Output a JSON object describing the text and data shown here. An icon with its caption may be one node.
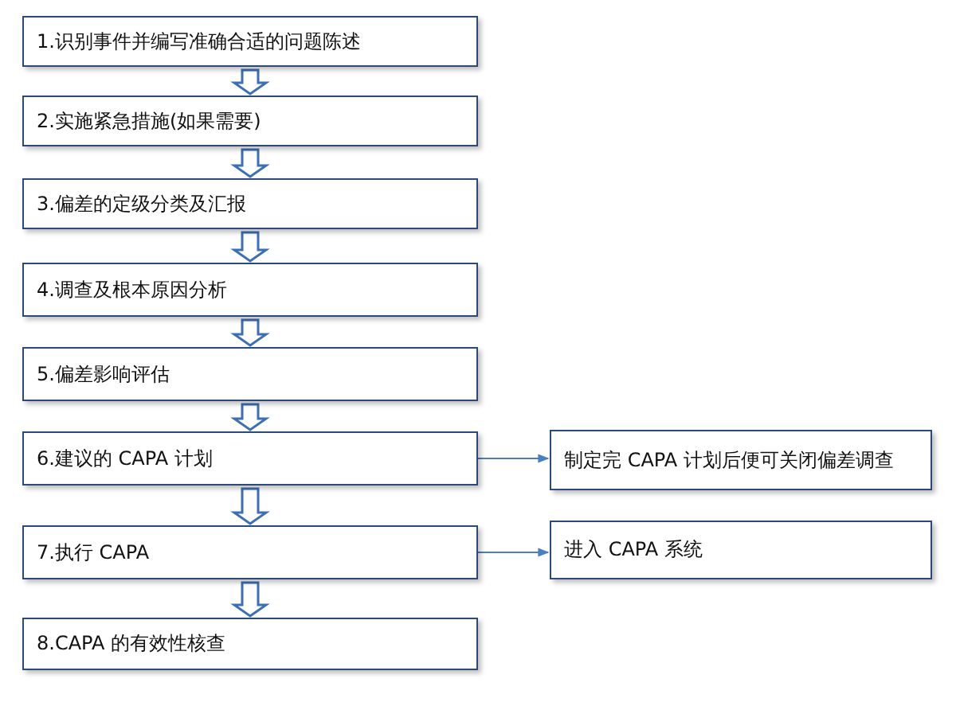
{
  "diagram": {
    "nodes": [
      {
        "text": [
          "1.识别事件并编写准确合适的问题陈述"
        ]
      },
      {
        "text": [
          "2.实施紧急措施(如果需要)"
        ]
      },
      {
        "text": [
          "3.偏差的定级分类及汇报"
        ]
      },
      {
        "text": [
          "4.调查及根本原因分析"
        ]
      },
      {
        "text": [
          "5.偏差影响评估"
        ]
      },
      {
        "text": [
          "6.建议的 CAPA 计划"
        ]
      },
      {
        "text": [
          "7.执行 CAPA"
        ]
      },
      {
        "text": [
          "8.CAPA 的有效性核查"
        ]
      },
      {
        "text": [
          "制定完 CAPA 计划后便可关闭偏差调查"
        ]
      },
      {
        "text": [
          "进入 CAPA 系统"
        ]
      }
    ],
    "edges": [
      {
        "from": 0,
        "to": 1,
        "arrow": "to",
        "style": "thick"
      },
      {
        "from": 1,
        "to": 2,
        "arrow": "to",
        "style": "thick"
      },
      {
        "from": 2,
        "to": 3,
        "arrow": "to",
        "style": "thick"
      },
      {
        "from": 3,
        "to": 4,
        "arrow": "to",
        "style": "thick"
      },
      {
        "from": 4,
        "to": 5,
        "arrow": "to",
        "style": "thick"
      },
      {
        "from": 5,
        "to": 6,
        "arrow": "to",
        "style": "thick"
      },
      {
        "from": 6,
        "to": 7,
        "arrow": "to",
        "style": "thick"
      },
      {
        "from": 5,
        "to": 8,
        "arrow": "to"
      },
      {
        "from": 6,
        "to": 9,
        "arrow": "to"
      }
    ]
  }
}
